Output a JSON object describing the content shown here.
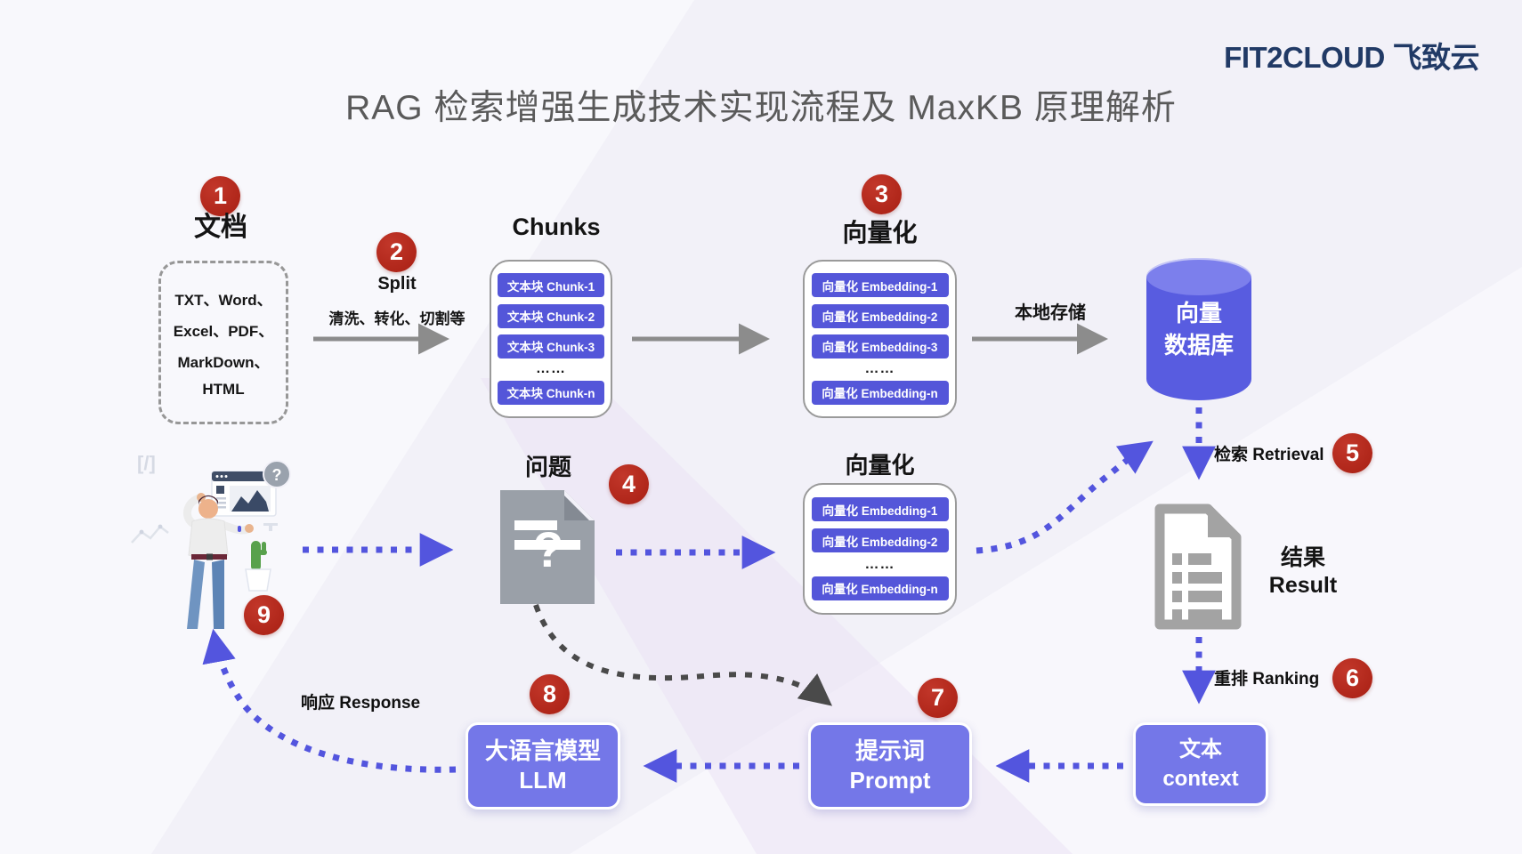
{
  "brand": {
    "logo_text": "FIT2CLOUD 飞致云"
  },
  "title": "RAG 检索增强生成技术实现流程及 MaxKB 原理解析",
  "colors": {
    "accent_indigo": "#5456D9",
    "box_indigo": "#7477E8",
    "badge_red": "#AE2316",
    "arrow_gray": "#8C8C8C",
    "dark_dash": "#4A4A4A",
    "logo_navy": "#213A66",
    "title_gray": "#5A5A5A"
  },
  "badges": {
    "b1": "1",
    "b2": "2",
    "b3": "3",
    "b4": "4",
    "b5": "5",
    "b6": "6",
    "b7": "7",
    "b8": "8",
    "b9": "9"
  },
  "documents": {
    "label": "文档",
    "types": [
      "TXT、Word、",
      "Excel、PDF、",
      "MarkDown、",
      "HTML"
    ]
  },
  "split": {
    "label": "Split",
    "description": "清洗、转化、切割等"
  },
  "chunks": {
    "title": "Chunks",
    "items": [
      "文本块 Chunk-1",
      "文本块 Chunk-2",
      "文本块 Chunk-3",
      "……",
      "文本块 Chunk-n"
    ]
  },
  "vectorize_docs": {
    "title": "向量化",
    "items": [
      "向量化 Embedding-1",
      "向量化 Embedding-2",
      "向量化 Embedding-3",
      "……",
      "向量化 Embedding-n"
    ]
  },
  "local_storage_label": "本地存储",
  "vector_db": {
    "line1": "向量",
    "line2": "数据库"
  },
  "retrieval_label": "检索 Retrieval",
  "result": {
    "line1": "结果",
    "line2": "Result"
  },
  "ranking_label": "重排 Ranking",
  "context_box": {
    "line1": "文本",
    "line2": "context"
  },
  "prompt_box": {
    "line1": "提示词",
    "line2": "Prompt"
  },
  "llm_box": {
    "line1": "大语言模型",
    "line2": "LLM"
  },
  "response_label": "响应 Response",
  "question": {
    "label": "问题",
    "icon_glyph": "?"
  },
  "person": {
    "badge_glyph": "?",
    "code_doodle": "[/]"
  },
  "vectorize_question": {
    "title": "向量化",
    "items": [
      "向量化 Embedding-1",
      "向量化 Embedding-2",
      "……",
      "向量化 Embedding-n"
    ]
  }
}
